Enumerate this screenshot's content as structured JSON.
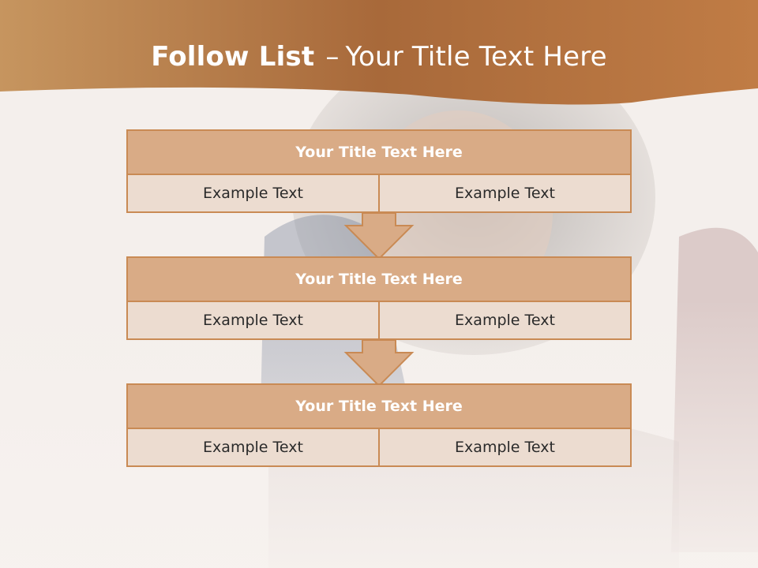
{
  "title": {
    "bold": "Follow List",
    "dash": "–",
    "rest": "Your Title Text Here"
  },
  "boxes": [
    {
      "title": "Your Title Text Here",
      "left": "Example Text",
      "right": "Example Text"
    },
    {
      "title": "Your Title Text Here",
      "left": "Example Text",
      "right": "Example Text"
    },
    {
      "title": "Your Title Text Here",
      "left": "Example Text",
      "right": "Example Text"
    }
  ],
  "colors": {
    "header_band": "#b8733c",
    "box_title": "#d9ab86",
    "box_cell": "#ecdcd0",
    "border": "#c98a54"
  }
}
